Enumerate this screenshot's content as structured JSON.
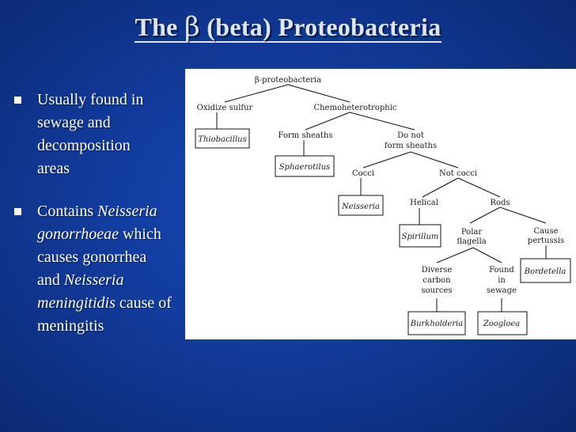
{
  "slide": {
    "title_prefix": "The",
    "title_beta": "β",
    "title_suffix": "(beta) Proteobacteria"
  },
  "bullets": [
    {
      "lines": [
        "Usually found in",
        "sewage and",
        "decomposition",
        "areas"
      ]
    },
    {
      "l1a": "Contains ",
      "l1b": "Neisseria",
      "l2a": "gonorrhoeae",
      "l2b": " which",
      "l3": "causes gonorrhea",
      "l4a": "and ",
      "l4b": "Neisseria",
      "l5a": "meningitidis",
      "l5b": " cause of",
      "l6": "meningitis"
    }
  ],
  "diagram": {
    "root": "β-proteobacteria",
    "oxidize_sulfur": "Oxidize sulfur",
    "chemoheterotrophic": "Chemoheterotrophic",
    "thiobacillus": "Thiobacillus",
    "form_sheaths": "Form sheaths",
    "do_not_form_1": "Do not",
    "do_not_form_2": "form sheaths",
    "sphaerotilus": "Sphaerotilus",
    "cocci": "Cocci",
    "not_cocci": "Not cocci",
    "neisseria": "Neisseria",
    "helical": "Helical",
    "rods": "Rods",
    "spirillum": "Spirillum",
    "polar_1": "Polar",
    "polar_2": "flagella",
    "pertussis_1": "Cause",
    "pertussis_2": "pertussis",
    "bordetella": "Bordetella",
    "diverse_1": "Diverse",
    "diverse_2": "carbon",
    "diverse_3": "sources",
    "sewage_1": "Found",
    "sewage_2": "in",
    "sewage_3": "sewage",
    "burkholderia": "Burkholderia",
    "zoogloea": "Zoogloea"
  }
}
